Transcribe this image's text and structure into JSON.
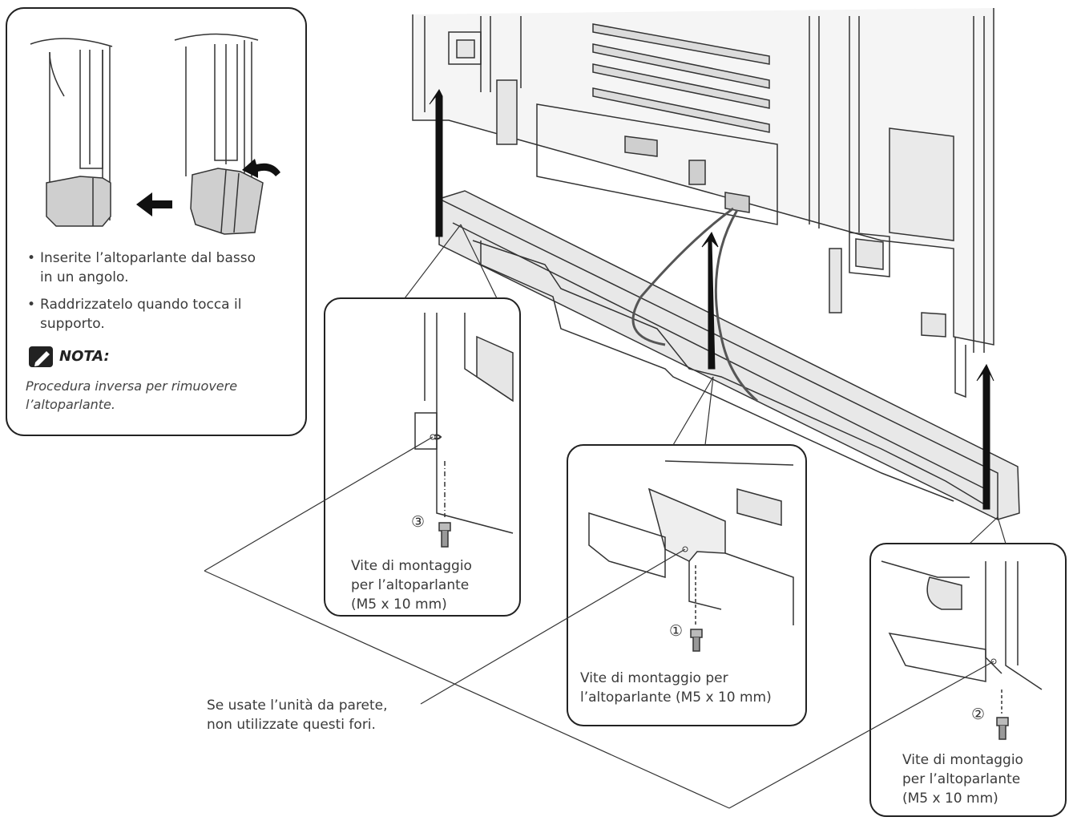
{
  "inset_top_left": {
    "bullet_1": "Inserite l’altoparlante dal basso in un angolo.",
    "bullet_1_line1": "Inserite l’altoparlante dal basso",
    "bullet_1_line2": "in un angolo.",
    "bullet_2_line1": "Raddrizzatelo quando tocca il",
    "bullet_2_line2": "supporto.",
    "bullet_symbol": "•",
    "note_title": "NOTA:",
    "note_icon": "pencil-icon",
    "note_line1": "Procedura inversa per rimuovere",
    "note_line2": "l’altoparlante."
  },
  "screw_3": {
    "number": "③",
    "line1": "Vite di montaggio",
    "line2": "per l’altoparlante",
    "line3": "(M5 x 10 mm)"
  },
  "screw_1": {
    "number": "①",
    "line1": "Vite di montaggio per",
    "line2": "l’altoparlante (M5 x 10 mm)"
  },
  "screw_2": {
    "number": "②",
    "line1": "Vite di montaggio",
    "line2": "per l’altoparlante",
    "line3": "(M5 x 10 mm)"
  },
  "wall_unit_note": {
    "line1": "Se usate l’unità da parete,",
    "line2": "non utilizzate questi fori."
  },
  "colors": {
    "line": "#333333",
    "fill_light": "#e6e6e6",
    "fill_mid": "#cfcfcf",
    "arrow": "#111111"
  }
}
